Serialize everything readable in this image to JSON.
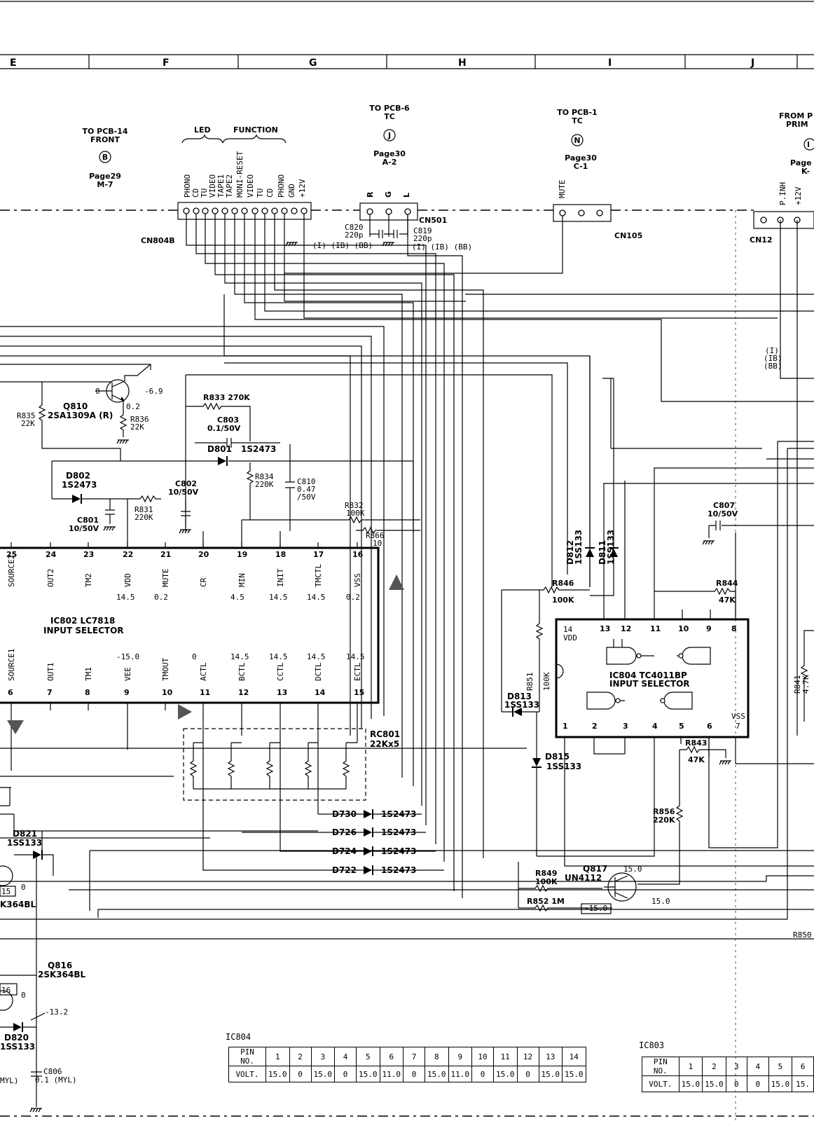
{
  "columns": [
    "E",
    "F",
    "G",
    "H",
    "I",
    "J"
  ],
  "destinations": {
    "pcb14": {
      "line1": "TO PCB-14",
      "line2": "FRONT",
      "marker": "B",
      "page": "Page29",
      "grid": "M-7"
    },
    "pcb6": {
      "line1": "TO PCB-6",
      "line2": "TC",
      "marker": "J",
      "page": "Page30",
      "grid": "A-2"
    },
    "pcb1": {
      "line1": "TO PCB-1",
      "line2": "TC",
      "marker": "N",
      "page": "Page30",
      "grid": "C-1"
    },
    "fromp": {
      "line1": "FROM P",
      "line2": "PRIM",
      "marker": "I",
      "page": "Page",
      "grid": "K-"
    }
  },
  "headers": {
    "led": "LED",
    "function": "FUNCTION",
    "cn804b_pins": [
      "PHONO",
      "CD",
      "TU",
      "VIDEO",
      "TAPE1",
      "TAPE2",
      "MONI-RESET",
      "VIDEO",
      "TU",
      "CD",
      "PHONO",
      "GND",
      "+12V"
    ],
    "cn501_pins": [
      "R",
      "G",
      "L"
    ],
    "cn105_pins": [
      "MUTE"
    ],
    "cn12_pins": [
      "P.INH",
      "+12V"
    ]
  },
  "connectors": {
    "cn804b": "CN804B",
    "cn501": "CN501",
    "cn105": "CN105",
    "cn12": "CN12"
  },
  "components": {
    "c820": [
      "C820",
      "220p",
      "(I) (IB) (BB)"
    ],
    "c819": [
      "C819",
      "220p",
      "(I) (IB) (BB)"
    ],
    "ib_note": [
      "(I)",
      "(IB)",
      "(BB)"
    ],
    "q810": [
      "Q810",
      "2SA1309A (R)"
    ],
    "q810_v": {
      "base": "0",
      "emitter": "-6.9",
      "collector": "0.2"
    },
    "r835": [
      "R835",
      "22K"
    ],
    "r836": [
      "R836",
      "22K"
    ],
    "r833": "R833 270K",
    "c803": [
      "C803",
      "0.1/50V"
    ],
    "d801": [
      "D801",
      "1S2473"
    ],
    "d802": [
      "D802",
      "1S2473"
    ],
    "r834": [
      "R834",
      "220K"
    ],
    "c810": [
      "C810",
      "0.47",
      "/50V"
    ],
    "c802": [
      "C802",
      "10/50V"
    ],
    "c801": [
      "C801",
      "10/50V"
    ],
    "r831": [
      "R831",
      "220K"
    ],
    "r832": [
      "R832",
      "100K"
    ],
    "r866": [
      "R866",
      "10"
    ],
    "c807": [
      "C807",
      "10/50V"
    ],
    "d812": [
      "D812",
      "1SS133"
    ],
    "d811": [
      "D811",
      "1SS133"
    ],
    "r846": [
      "R846",
      "100K"
    ],
    "r844": [
      "R844",
      "47K"
    ],
    "r851": [
      "R851",
      "100K"
    ],
    "d813": [
      "D813",
      "1SS133"
    ],
    "r841": [
      "R841",
      "4.7K"
    ],
    "r843": [
      "R843",
      "47K"
    ],
    "d815": [
      "D815",
      "1SS133"
    ],
    "rc801": [
      "RC801",
      "22Kx5"
    ],
    "r856": [
      "R856",
      "220K"
    ],
    "d730": [
      "D730",
      "1S2473"
    ],
    "d726": [
      "D726",
      "1S2473"
    ],
    "d724": [
      "D724",
      "1S2473"
    ],
    "d722": [
      "D722",
      "1S2473"
    ],
    "d821": [
      "D821",
      "1SS133"
    ],
    "r849": [
      "R849",
      "100K"
    ],
    "r852": "R852 1M",
    "q817": [
      "Q817",
      "UN4112"
    ],
    "q817_v": {
      "top": "15.0",
      "left": "-15.0",
      "right": "15.0"
    },
    "q815_frag": {
      "pin": "15",
      "volt": "0",
      "type": "K364BL"
    },
    "q816": [
      "Q816",
      "2SK364BL"
    ],
    "q816_frag": {
      "pin": "16",
      "volt": "0"
    },
    "v_neg132": "-13.2",
    "d820": [
      "D820",
      "1SS133"
    ],
    "c806": [
      "C806",
      "0.1 (MYL)"
    ],
    "myl_frag": "MYL)",
    "r850": "R850"
  },
  "ic802": {
    "title1": "IC802 LC7818",
    "title2": "INPUT SELECTOR",
    "top_pins": [
      {
        "num": "25",
        "name": "SOURCE2",
        "v": ""
      },
      {
        "num": "24",
        "name": "OUT2",
        "v": ""
      },
      {
        "num": "23",
        "name": "TM2",
        "v": ""
      },
      {
        "num": "22",
        "name": "VDD",
        "v": "14.5"
      },
      {
        "num": "21",
        "name": "MUTE",
        "v": "0.2"
      },
      {
        "num": "20",
        "name": "CR",
        "v": ""
      },
      {
        "num": "19",
        "name": "MIN",
        "v": "4.5"
      },
      {
        "num": "18",
        "name": "INIT",
        "v": "14.5"
      },
      {
        "num": "17",
        "name": "TMCTL",
        "v": "14.5"
      },
      {
        "num": "16",
        "name": "VSS",
        "v": "0.2"
      }
    ],
    "bottom_pins": [
      {
        "num": "6",
        "name": "SOURCE1",
        "v": ""
      },
      {
        "num": "7",
        "name": "OUT1",
        "v": ""
      },
      {
        "num": "8",
        "name": "TM1",
        "v": ""
      },
      {
        "num": "9",
        "name": "VEE",
        "v": "-15.0"
      },
      {
        "num": "10",
        "name": "TMOUT",
        "v": ""
      },
      {
        "num": "11",
        "name": "ACTL",
        "v": "0"
      },
      {
        "num": "12",
        "name": "BCTL",
        "v": "14.5"
      },
      {
        "num": "13",
        "name": "CCTL",
        "v": "14.5"
      },
      {
        "num": "14",
        "name": "DCTL",
        "v": "14.5"
      },
      {
        "num": "15",
        "name": "ECTL",
        "v": "14.5"
      }
    ]
  },
  "ic804": {
    "title1": "IC804 TC4011BP",
    "title2": "INPUT SELECTOR",
    "vdd_pin": "14",
    "vdd": "VDD",
    "vss": "VSS",
    "vss_pin": "7",
    "top_pins": [
      "13",
      "12",
      "11",
      "10",
      "9",
      "8"
    ],
    "bottom_pins": [
      "1",
      "2",
      "3",
      "4",
      "5",
      "6"
    ]
  },
  "table_ic804": {
    "title": "IC804",
    "pin_label": "PIN NO.",
    "volt_label": "VOLT.",
    "pins": [
      "1",
      "2",
      "3",
      "4",
      "5",
      "6",
      "7",
      "8",
      "9",
      "10",
      "11",
      "12",
      "13",
      "14"
    ],
    "volts": [
      "15.0",
      "0",
      "15.0",
      "0",
      "15.0",
      "11.0",
      "0",
      "15.0",
      "11.0",
      "0",
      "15.0",
      "0",
      "15.0",
      "15.0"
    ]
  },
  "table_ic803": {
    "title": "IC803",
    "pin_label": "PIN NO.",
    "volt_label": "VOLT.",
    "pins": [
      "1",
      "2",
      "3",
      "4",
      "5",
      "6"
    ],
    "volts": [
      "15.0",
      "15.0",
      "0",
      "0",
      "15.0",
      "15."
    ]
  }
}
